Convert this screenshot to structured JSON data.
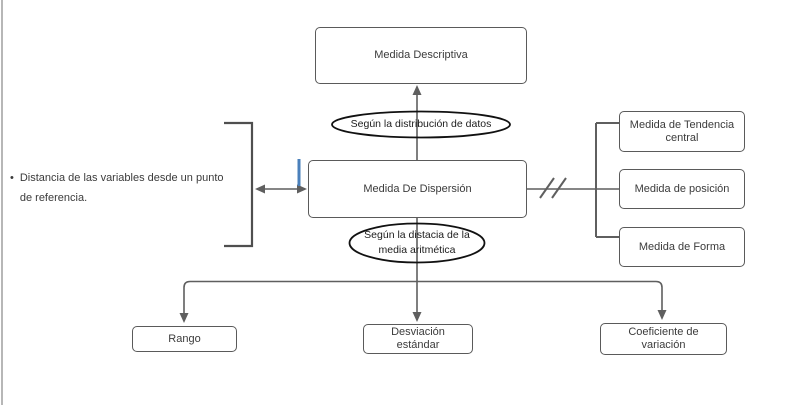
{
  "diagram": {
    "nodes": {
      "medida_descriptiva": "Medida Descriptiva",
      "medida_de_dispersion": "Medida De Dispersión",
      "medida_tendencia_central": [
        "Medida de Tendencia",
        "central"
      ],
      "medida_posicion": "Medida de posición",
      "medida_forma": "Medida de Forma",
      "rango": "Rango",
      "desviacion_estandar": [
        "Desviación",
        "estándar"
      ],
      "coeficiente_variacion": [
        "Coeficiente de",
        "variación"
      ]
    },
    "connector_labels": {
      "segun_distribucion": "Según la distribución de datos",
      "segun_distancia": [
        "Según la distacia  de la",
        "media aritmética"
      ]
    },
    "note": {
      "bullet": "•",
      "lines": [
        "Distancia de las variables desde un punto",
        "de referencia."
      ]
    },
    "colors": {
      "line": "#5f5f5f",
      "box_border": "#5a5a5a",
      "ellipse_stroke": "#111111",
      "text": "#3b3b3b",
      "accent_blue": "#4a80bb",
      "page_edge": "#b7b7b7",
      "background": "#ffffff"
    }
  }
}
